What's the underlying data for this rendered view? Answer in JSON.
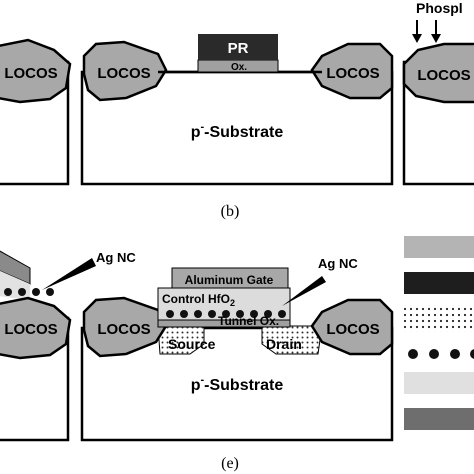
{
  "top": {
    "pr_label": "PR",
    "oxide_label": "Ox.",
    "locos_label": "LOCOS",
    "substrate_prefix": "p",
    "substrate_sup": "-",
    "substrate_suffix": "-Substrate",
    "implant_label": "Phospl",
    "caption": "(b)"
  },
  "bottom": {
    "ag_nc_left": "Ag NC",
    "ag_nc_right": "Ag NC",
    "gate_label": "Aluminum Gate",
    "control_label_prefix": "Control HfO",
    "control_label_sub": "2",
    "tunnel_label": "Tunnel Ox.",
    "source_label": "Source",
    "drain_label": "Drain",
    "locos_label": "LOCOS",
    "substrate_prefix": "p",
    "substrate_sup": "-",
    "substrate_suffix": "-Substrate",
    "caption": "(e)"
  },
  "legend": [
    {
      "name": "legend-light-gray-swatch"
    },
    {
      "name": "legend-dark-swatch"
    },
    {
      "name": "legend-dotted-swatch"
    },
    {
      "name": "legend-dots-swatch"
    },
    {
      "name": "legend-pale-swatch"
    },
    {
      "name": "legend-gray-swatch"
    }
  ],
  "colors": {
    "locos": "#a8a8a8",
    "pr": "#2a2a2a",
    "oxide": "#a0a0a0",
    "gate": "#a8a8a8",
    "control": "#dcdcdc",
    "dot": "#111111",
    "stripe": "#c8c8c8"
  }
}
